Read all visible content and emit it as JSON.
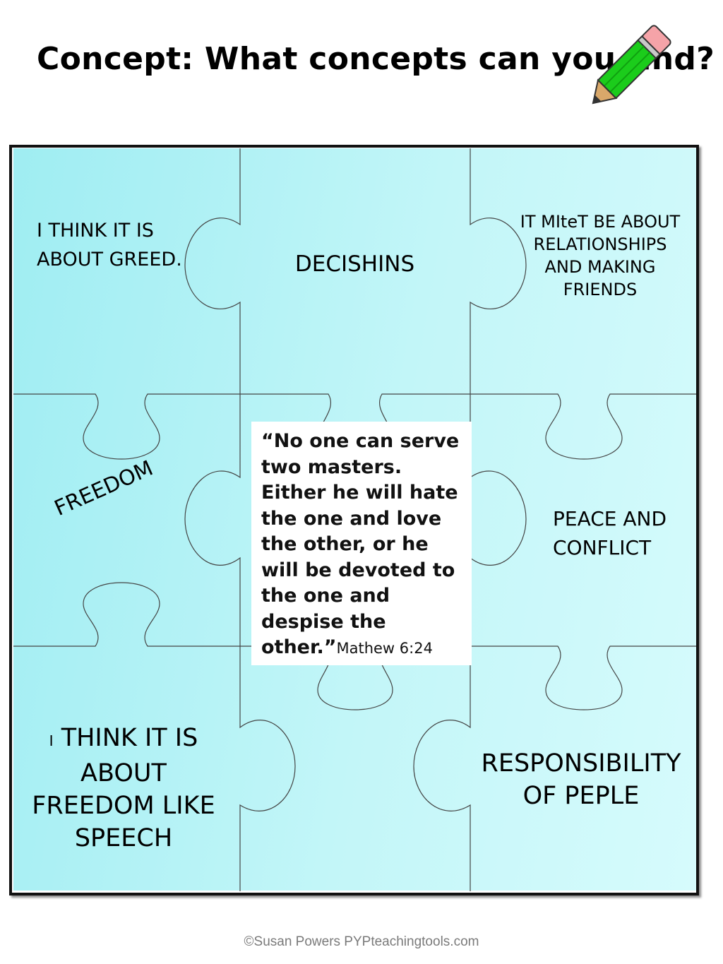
{
  "header": {
    "title": "Concept: What concepts can you find?",
    "pencil_icon": "pencil-icon"
  },
  "colors": {
    "board_light": "#d6fbfc",
    "board_dark": "#9fedf2",
    "pencil_body": "#1bcc1b",
    "eraser": "#f5a3a8",
    "footer_text": "#7a7a7a"
  },
  "puzzle": {
    "pieces": [
      {
        "text": "I THINK IT IS ABOUT GREED."
      },
      {
        "text": "DECISHINS"
      },
      {
        "text": "IT MIteT BE ABOUT RELATIONSHIPS AND MAKING FRIENDS"
      },
      {
        "text": "FREEDOM"
      },
      {
        "text": ""
      },
      {
        "text": "PEACE AND CONFLICT"
      },
      {
        "prefix": "I",
        "text": "THINK IT IS ABOUT FREEDOM LIKE SPEECH"
      },
      {
        "text": ""
      },
      {
        "text": "RESPONSIBILITY OF PEPLE"
      }
    ],
    "quote": {
      "text": "“No one can serve two masters. Either he will hate the one and love the other, or he will be devoted to the one and despise the other.”",
      "reference": "Mathew 6:24"
    }
  },
  "footer": {
    "credit": "©Susan Powers PYPteachingtools.com"
  }
}
